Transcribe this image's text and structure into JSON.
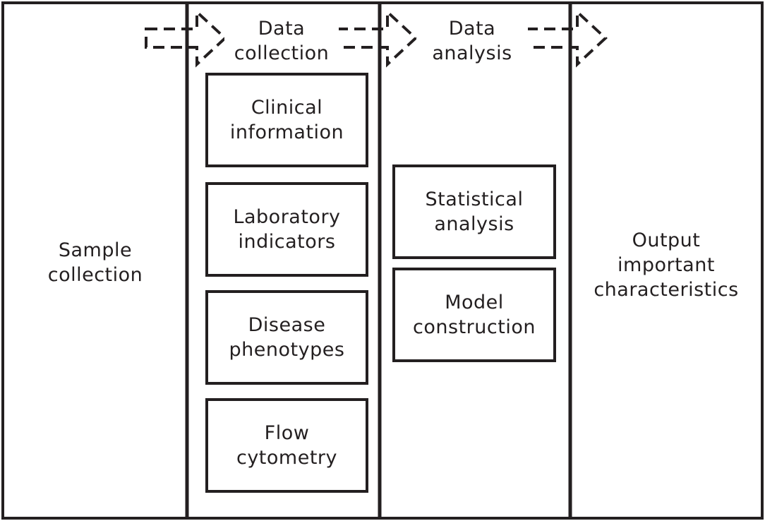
{
  "columns": [
    {
      "title": "Sample\ncollection"
    },
    {
      "title": "Data\ncollection"
    },
    {
      "title": "Data\nanalysis"
    },
    {
      "title": "Output\nimportant\ncharacteristics"
    }
  ],
  "data_collection_boxes": [
    "Clinical\ninformation",
    "Laboratory\nindicators",
    "Disease\nphenotypes",
    "Flow\ncytometry"
  ],
  "data_analysis_boxes": [
    "Statistical\nanalysis",
    "Model\nconstruction"
  ],
  "colors": {
    "stroke": "#231f20",
    "background": "#ffffff"
  }
}
